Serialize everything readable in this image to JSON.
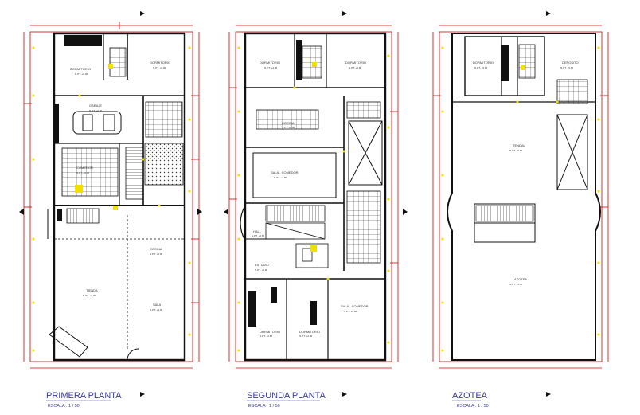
{
  "colors": {
    "background": "#ffffff",
    "wall": "#111111",
    "dimension": "#d40000",
    "marker": "#f0e000",
    "title": "#3a3aa0",
    "label": "#333333"
  },
  "plans": [
    {
      "id": "primera",
      "title": "PRIMERA PLANTA",
      "scale": "ESCALA :   1 / 50",
      "rooms": [
        {
          "name": "DORMITORIO",
          "sub": "N.P.T. +0.00"
        },
        {
          "name": "DORMITORIO",
          "sub": "N.P.T. +0.00"
        },
        {
          "name": "GARAJE",
          "sub": "N.P.T. +0.00"
        },
        {
          "name": "COMEDOR",
          "sub": "N.P.T. +0.00"
        },
        {
          "name": "TIENDA",
          "sub": "N.P.T. +0.00"
        },
        {
          "name": "SALA",
          "sub": "N.P.T. +0.00"
        },
        {
          "name": "COCINA",
          "sub": "N.P.T. +0.00"
        }
      ]
    },
    {
      "id": "segunda",
      "title": "SEGUNDA  PLANTA",
      "scale": "ESCALA :   1 / 50",
      "rooms": [
        {
          "name": "DORMITORIO",
          "sub": "N.P.T. +2.80"
        },
        {
          "name": "DORMITORIO",
          "sub": "N.P.T. +2.80"
        },
        {
          "name": "COCINA",
          "sub": "N.P.T. +2.80"
        },
        {
          "name": "SALA - COMEDOR",
          "sub": "N.P.T. +2.80"
        },
        {
          "name": "HALL",
          "sub": "N.P.T. +2.80"
        },
        {
          "name": "ESTUDIO",
          "sub": "N.P.T. +2.80"
        },
        {
          "name": "DORMITORIO",
          "sub": "N.P.T. +2.80"
        },
        {
          "name": "DORMITORIO",
          "sub": "N.P.T. +2.80"
        },
        {
          "name": "SALA - COMEDOR",
          "sub": "N.P.T. +2.80"
        }
      ]
    },
    {
      "id": "azotea",
      "title": "AZOTEA",
      "scale": "ESCALA :   1 / 50",
      "rooms": [
        {
          "name": "DORMITORIO",
          "sub": "N.P.T. +5.60"
        },
        {
          "name": "DEPOSITO",
          "sub": "N.P.T. +5.60"
        },
        {
          "name": "TENDAL",
          "sub": "N.P.T. +5.60"
        },
        {
          "name": "AZOTEA",
          "sub": "N.P.T. +5.60"
        }
      ]
    }
  ]
}
